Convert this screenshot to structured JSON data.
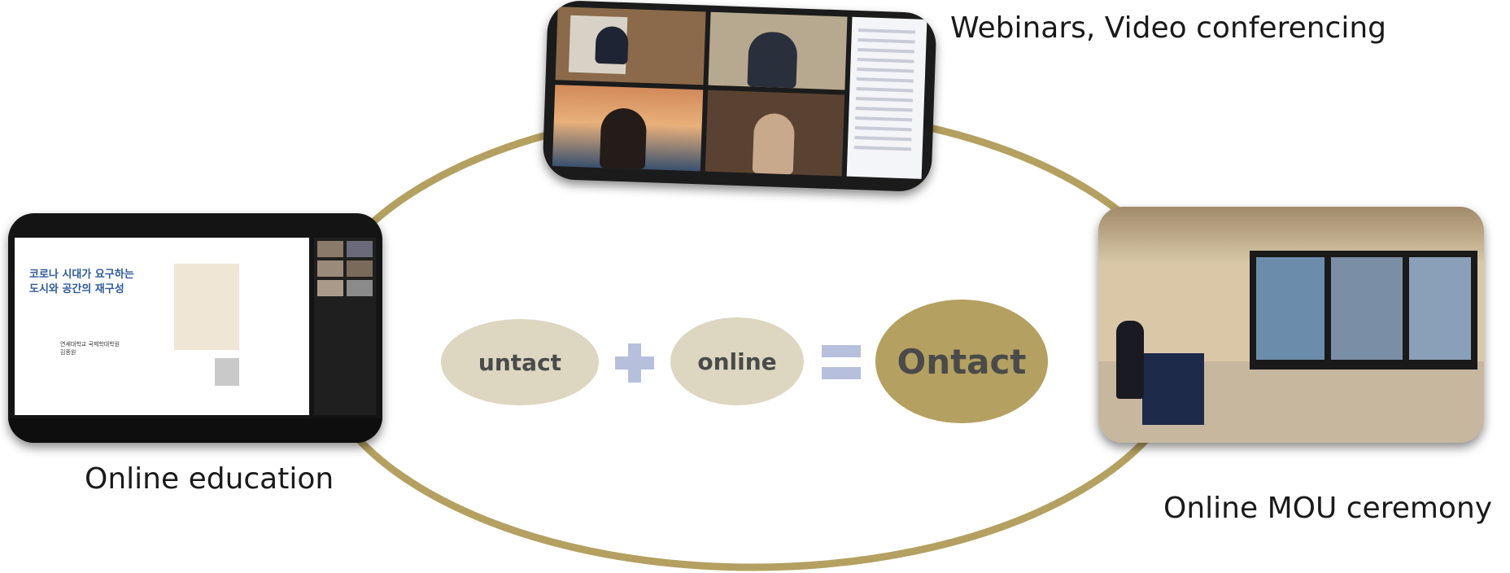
{
  "colors": {
    "ring": "#b4a060",
    "pill_light": "#ddd6c0",
    "pill_dark": "#b4a060",
    "operator": "#b6c0dc",
    "text_dark": "#4a4a4a"
  },
  "labels": {
    "webinars": "Webinars, Video conferencing",
    "education": "Online education",
    "mou": "Online MOU ceremony"
  },
  "equation": {
    "term1": "untact",
    "term2": "online",
    "result": "Ontact"
  },
  "education_slide": {
    "title_line1": "코로나 시대가 요구하는",
    "title_line2": "도시와 공간의 재구성",
    "author_line1": "연세대학교 국제학대학원",
    "author_line2": "김종원"
  }
}
